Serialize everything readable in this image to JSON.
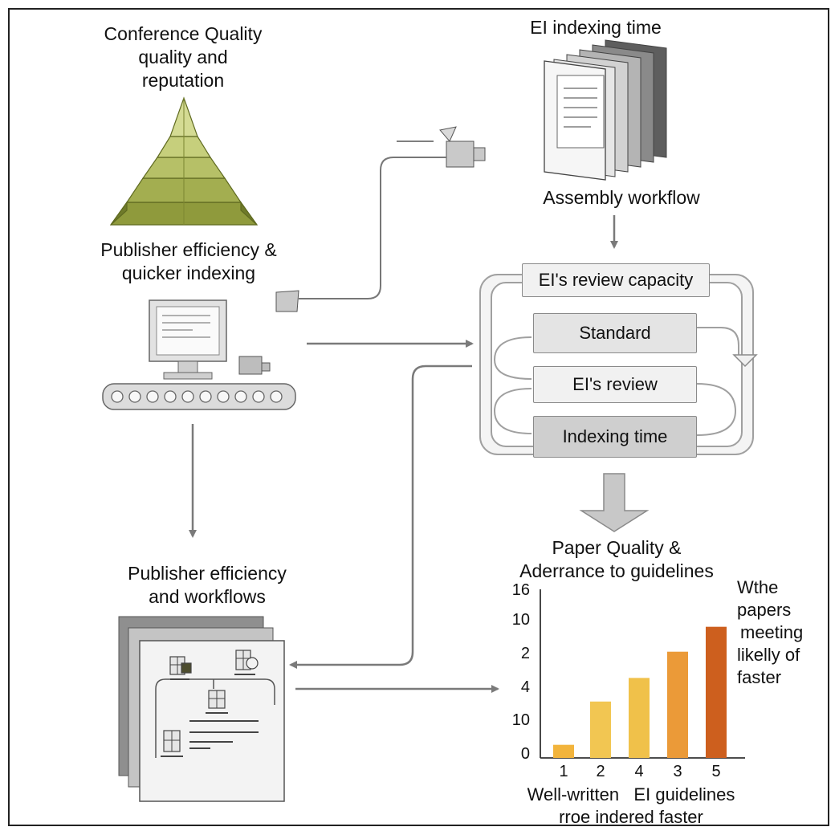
{
  "labels": {
    "conference_quality": [
      "Conference Quality",
      "quality and",
      "reputation"
    ],
    "publisher_efficiency_indexing": [
      "Publisher efficiency &",
      "quicker indexing"
    ],
    "ei_indexing_time": "EI indexing time",
    "assembly_workflow": "Assembly workflow",
    "publisher_workflows": [
      "Publisher efficiency",
      "and workflows"
    ],
    "paper_quality": [
      "Paper Quality &",
      "Aderrance to guidelines"
    ]
  },
  "process": {
    "boxes": [
      "EI's review capacity",
      "Standard",
      "EI's review",
      "Indexing time"
    ]
  },
  "colors": {
    "pyramid": "#a9b45a",
    "box_light": "#f1f1f1",
    "box_mid": "#e4e4e4",
    "box_dark": "#cfcfcf",
    "arrow": "#7a7a7a"
  },
  "chart_data": {
    "type": "bar",
    "categories": [
      "1",
      "2",
      "4",
      "3",
      "5"
    ],
    "values": [
      1,
      4.3,
      6.1,
      8.1,
      10
    ],
    "y_tick_labels": [
      "0",
      "10",
      "4",
      "2",
      "10",
      "16"
    ],
    "bar_colors": [
      "#f2b43c",
      "#f2c652",
      "#f0c14a",
      "#eb9a38",
      "#cd5f1e"
    ],
    "xlabel": [
      "Well-written   EI guidelines",
      "rroe indered faster"
    ],
    "annotation": [
      "Wthe",
      "papers",
      "meeting",
      "likelly of",
      "faster"
    ],
    "ylim": [
      0,
      12
    ]
  }
}
